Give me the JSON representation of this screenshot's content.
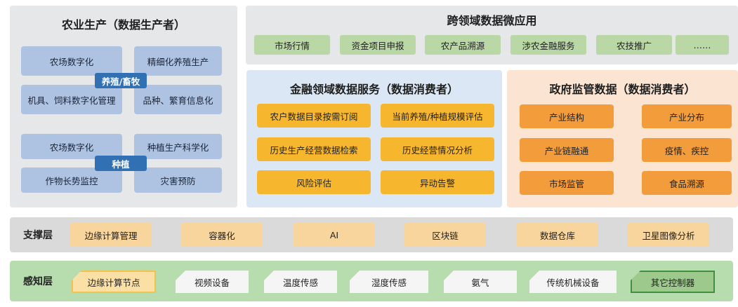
{
  "agri": {
    "title": "农业生产（数据生产者）",
    "livestock": {
      "badge": "养殖/畜牧",
      "items": [
        "农场数字化",
        "精细化养殖生产",
        "机具、饲料数字化管理",
        "品种、繁育信息化"
      ]
    },
    "planting": {
      "badge": "种植",
      "items": [
        "农场数字化",
        "种植生产科学化",
        "作物长势监控",
        "灾害预防"
      ]
    }
  },
  "micro": {
    "title": "跨领域数据微应用",
    "items": [
      "市场行情",
      "资金项目申报",
      "农产品溯源",
      "涉农金融服务",
      "农技推广",
      "……"
    ]
  },
  "finance": {
    "title": "金融领域数据服务（数据消费者）",
    "items": [
      "农户数据目录按需订阅",
      "当前养殖/种植规模评估",
      "历史生产经营数据检索",
      "历史经营情况分析",
      "风险评估",
      "异动告警"
    ]
  },
  "gov": {
    "title": "政府监管数据（数据消费者）",
    "items": [
      "产业结构",
      "产业分布",
      "产业链融通",
      "疫情、疾控",
      "市场监管",
      "食品溯源"
    ]
  },
  "support": {
    "label": "支撑层",
    "items": [
      "边缘计算管理",
      "容器化",
      "AI",
      "区块链",
      "数据仓库",
      "卫星图像分析"
    ]
  },
  "sense": {
    "label": "感知层",
    "items": [
      "边缘计算节点",
      "视频设备",
      "温度传感",
      "湿度传感",
      "氨气",
      "传统机械设备",
      "其它控制器"
    ]
  },
  "colors": {
    "agri_box": "#aec3e2",
    "agri_badge": "#3070b3",
    "micro_btn": "#b9d8a6",
    "finance_panel": "#dbe7f4",
    "finance_btn": "#f6b72f",
    "gov_panel": "#fbe4d1",
    "gov_btn": "#f39c3c",
    "support_btn": "#f8d59c",
    "sense_panel": "#b7dcae"
  }
}
